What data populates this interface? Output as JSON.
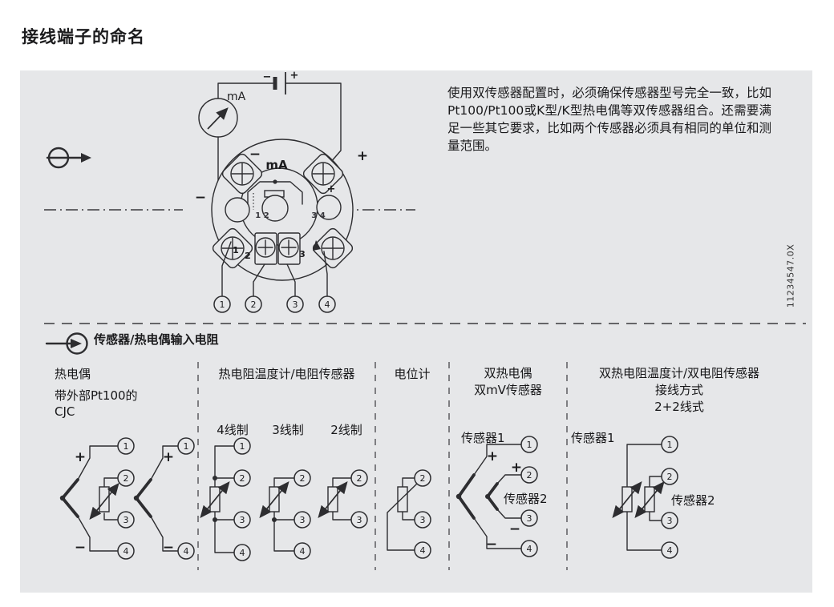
{
  "title": "接线端子的命名",
  "note": "使用双传感器配置时，必须确保传感器型号完全一致，比如Pt100/Pt100或K型/K型热电偶等双传感器组合。还需要满足一些其它要求，比如两个传感器必须具有相同的单位和测量范围。",
  "part_number": "11234547.0X",
  "symbols": {
    "plus": "+",
    "minus": "−",
    "ma": "mA"
  },
  "terminals": {
    "n1": "1",
    "n2": "2",
    "n3": "3",
    "n4": "4"
  },
  "head": {
    "dip_left": "1 2",
    "dip_right": "3 4"
  },
  "section": {
    "title": "传感器/热电偶输入电阻",
    "columns": [
      {
        "title": "热电偶",
        "subtitle_line1": "带外部Pt100的",
        "subtitle_line2": "CJC"
      },
      {
        "title": "热电阻温度计/电阻传感器",
        "variants": [
          "4线制",
          "3线制",
          "2线制"
        ]
      },
      {
        "title": "电位计"
      },
      {
        "title_line1": "双热电偶",
        "title_line2": "双mV传感器",
        "sensor1": "传感器1",
        "sensor2": "传感器2"
      },
      {
        "title_line1": "双热电阻温度计/双电阻传感器",
        "title_line2": "接线方式",
        "title_line3": "2+2线式",
        "sensor1": "传感器1",
        "sensor2": "传感器2"
      }
    ]
  }
}
